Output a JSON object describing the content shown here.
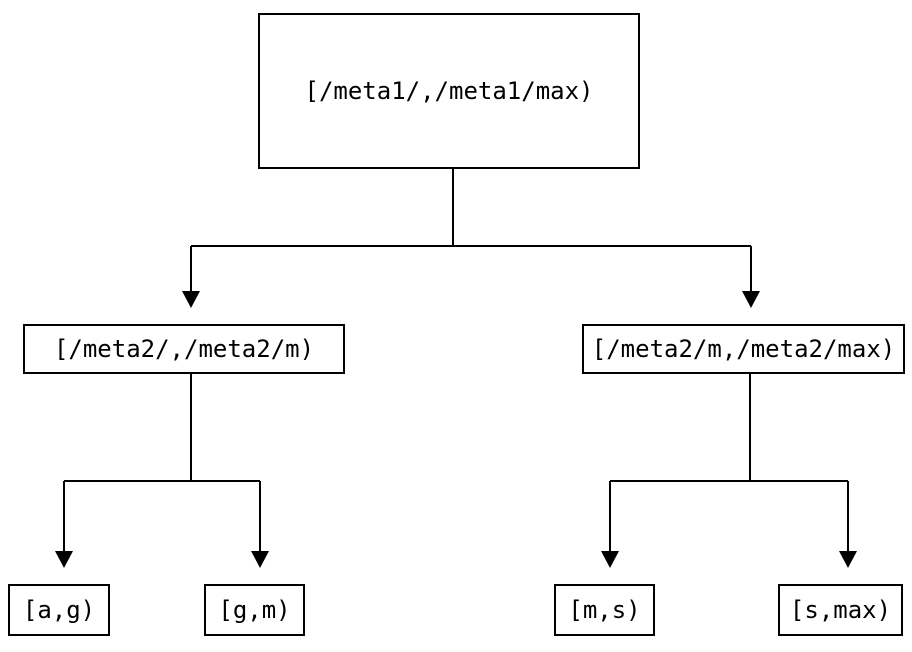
{
  "diagram": {
    "type": "tree",
    "nodes": {
      "root": {
        "label": "[/meta1/,/meta1/max)"
      },
      "mid_left": {
        "label": "[/meta2/,/meta2/m)"
      },
      "mid_right": {
        "label": "[/meta2/m,/meta2/max)"
      },
      "leaf_ag": {
        "label": "[a,g)"
      },
      "leaf_gm": {
        "label": "[g,m)"
      },
      "leaf_ms": {
        "label": "[m,s)"
      },
      "leaf_smax": {
        "label": "[s,max)"
      }
    },
    "edges": [
      {
        "from": "root",
        "to": "mid_left"
      },
      {
        "from": "root",
        "to": "mid_right"
      },
      {
        "from": "mid_left",
        "to": "leaf_ag"
      },
      {
        "from": "mid_left",
        "to": "leaf_gm"
      },
      {
        "from": "mid_right",
        "to": "leaf_ms"
      },
      {
        "from": "mid_right",
        "to": "leaf_smax"
      }
    ],
    "colors": {
      "background": "#ffffff",
      "box_fill": "#ffffff",
      "box_border": "#000000",
      "line": "#000000",
      "text": "#000000"
    }
  }
}
